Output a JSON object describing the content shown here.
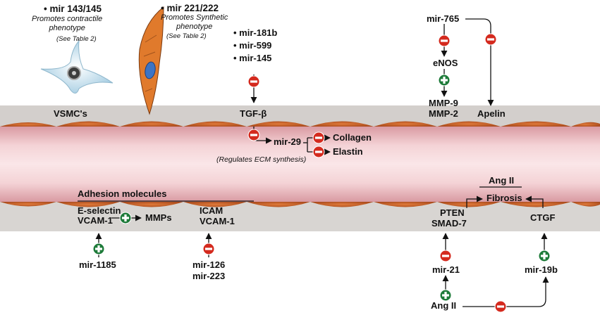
{
  "texts": {
    "mir143_145": "• mir 143/145",
    "contractile": "Promotes contractile\nphenotype",
    "see1": "(See Table 2)",
    "mir221_222": "• mir 221/222",
    "synthetic": "Promotes Synthetic\nphenotype",
    "see2": "(See Table 2)",
    "mir181b": "• mir-181b",
    "mir599": "• mir-599",
    "mir145": "• mir-145",
    "vsmc": "VSMC's",
    "tgfb": "TGF-β",
    "mir29": "mir-29",
    "ecm": "(Regulates ECM synthesis)",
    "collagen": "Collagen",
    "elastin": "Elastin",
    "mir765": "mir-765",
    "enos": "eNOS",
    "mmp9": "MMP-9",
    "mmp2": "MMP-2",
    "apelin": "Apelin",
    "adhesion": "Adhesion molecules",
    "eselectin": "E-selectin",
    "vcam1a": "VCAM-1",
    "mmps": "MMPs",
    "icam": "ICAM",
    "vcam1b": "VCAM-1",
    "mir1185": "mir-1185",
    "mir126": "mir-126",
    "mir223": "mir-223",
    "angii_top": "Ang II",
    "fibrosis": "Fibrosis",
    "pten": "PTEN",
    "smad7": "SMAD-7",
    "ctgf": "CTGF",
    "mir21": "mir-21",
    "mir19b": "mir-19b",
    "angii_bottom": "Ang II"
  },
  "colors": {
    "inhibit": "#d42a1e",
    "promote": "#1e7b3a",
    "lumen": "#f2c6ca",
    "wall": "#d6d3d0",
    "cell": "#c0622c"
  }
}
